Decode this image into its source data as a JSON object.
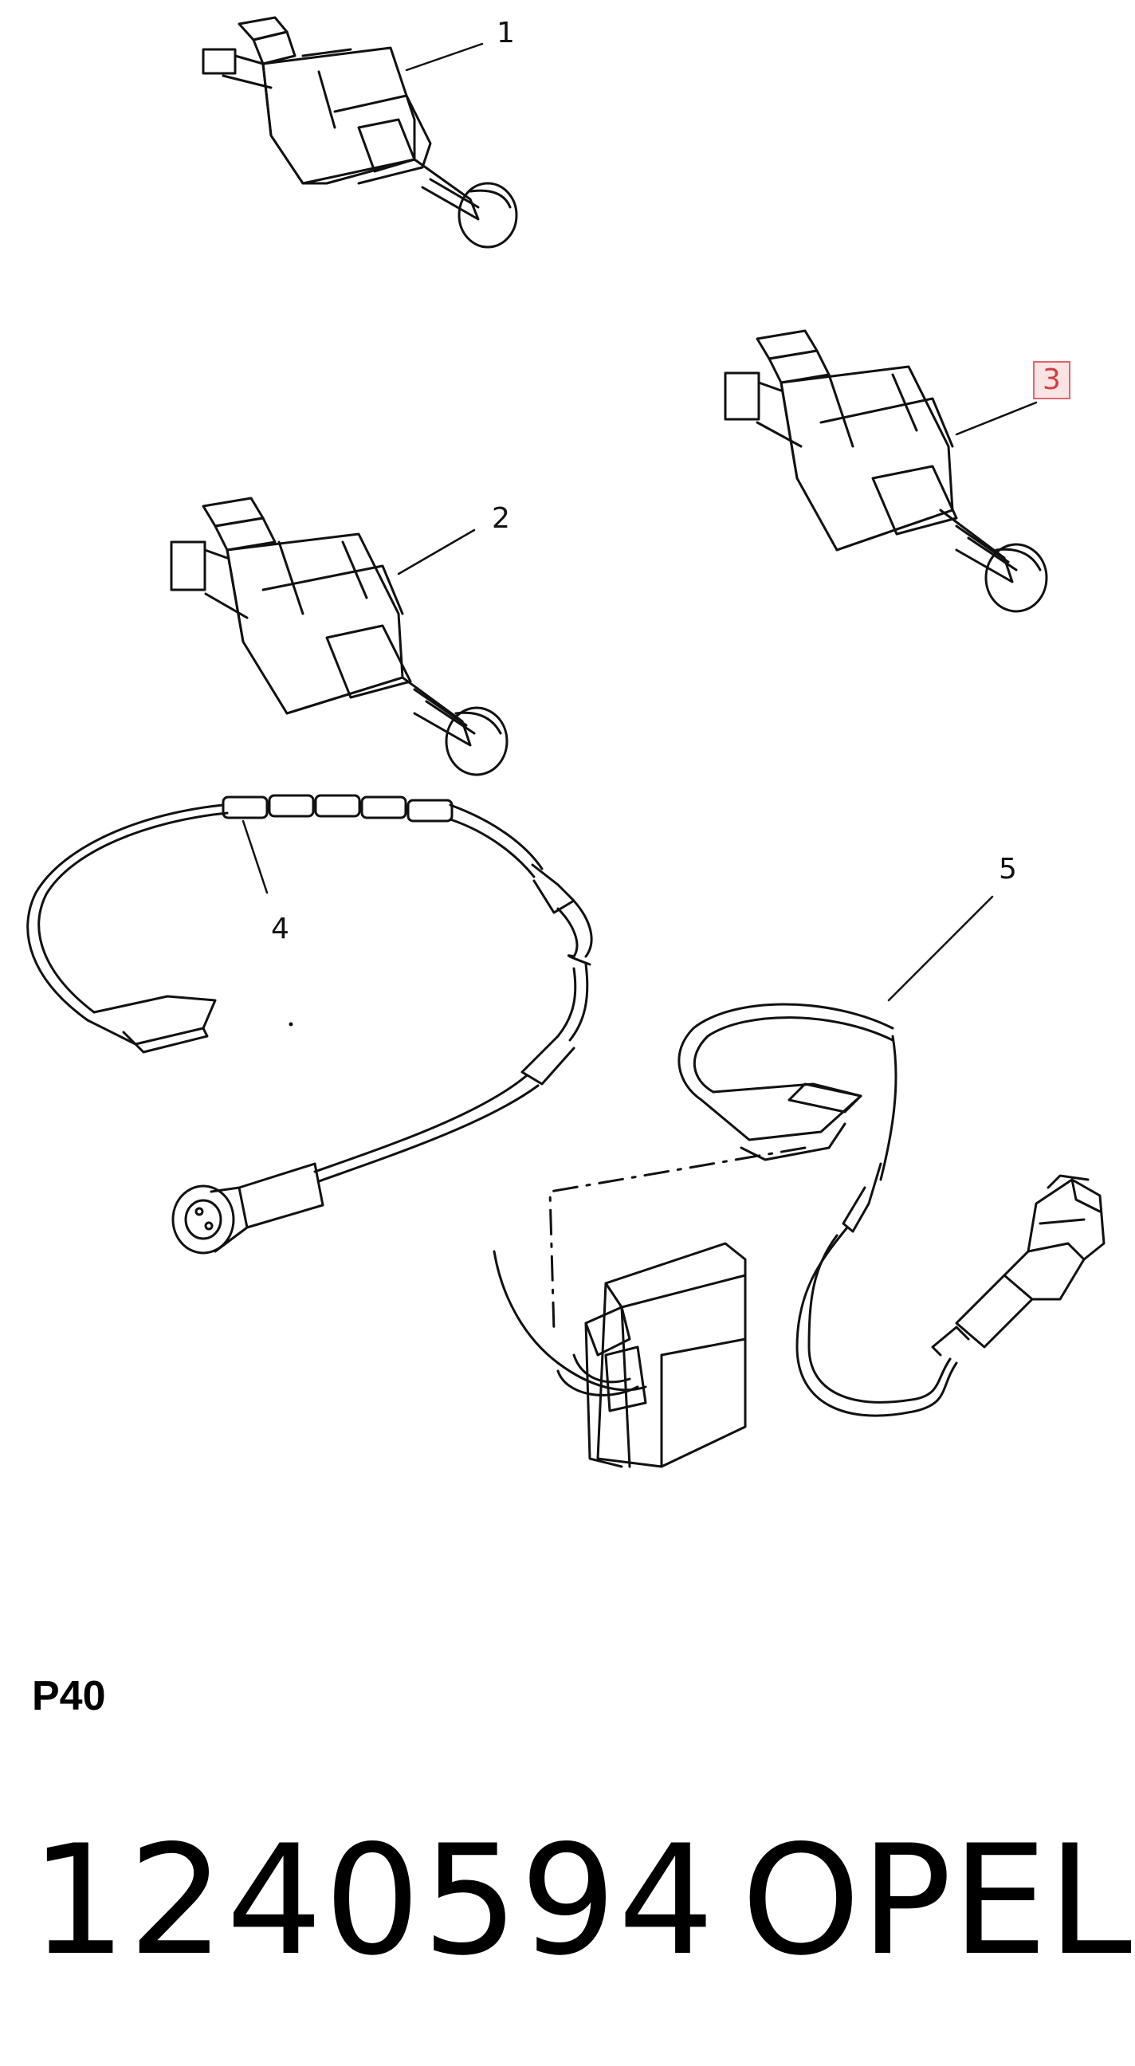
{
  "callouts": [
    {
      "id": "1",
      "label": "1",
      "highlighted": false
    },
    {
      "id": "2",
      "label": "2",
      "highlighted": false
    },
    {
      "id": "3",
      "label": "3",
      "highlighted": true
    },
    {
      "id": "4",
      "label": "4",
      "highlighted": false
    },
    {
      "id": "5",
      "label": "5",
      "highlighted": false
    }
  ],
  "diagram_code": "P40",
  "part_number": "1240594",
  "brand": "OPEL",
  "colors": {
    "line": "#111111",
    "highlight_border": "#e0666e",
    "highlight_fill": "#fde4e4",
    "highlight_text": "#d04040"
  }
}
